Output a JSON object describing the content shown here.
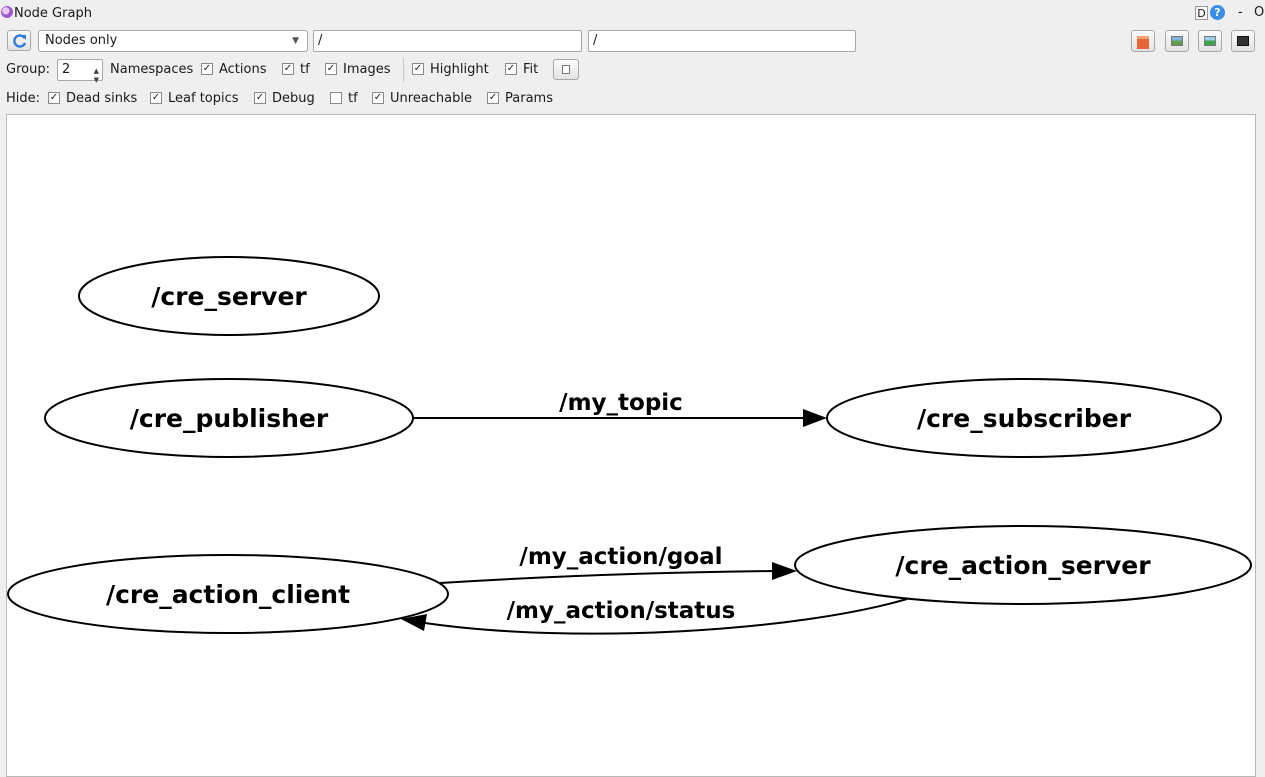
{
  "window": {
    "title": "Node Graph",
    "btn_d": "D",
    "btn_help": "?",
    "btn_minimize": "-",
    "btn_close": "O"
  },
  "toolbar": {
    "mode_selected": "Nodes only",
    "node_filter": "/",
    "topic_filter": "/"
  },
  "options": {
    "group_label": "Group:",
    "group_value": "2",
    "items": [
      {
        "label": "Namespaces",
        "checked": false,
        "is_label": true
      },
      {
        "label": "Actions",
        "checked": true
      },
      {
        "label": "tf",
        "checked": true
      },
      {
        "label": "Images",
        "checked": true
      },
      {
        "label": "Highlight",
        "checked": true
      },
      {
        "label": "Fit",
        "checked": true
      }
    ]
  },
  "hide": {
    "label": "Hide:",
    "items": [
      {
        "label": "Dead sinks",
        "checked": true
      },
      {
        "label": "Leaf topics",
        "checked": true
      },
      {
        "label": "Debug",
        "checked": true
      },
      {
        "label": "tf",
        "checked": false
      },
      {
        "label": "Unreachable",
        "checked": true
      },
      {
        "label": "Params",
        "checked": true
      }
    ]
  },
  "graph": {
    "nodes": [
      {
        "id": "server",
        "label": "/cre_server"
      },
      {
        "id": "publisher",
        "label": "/cre_publisher"
      },
      {
        "id": "subscriber",
        "label": "/cre_subscriber"
      },
      {
        "id": "action_client",
        "label": "/cre_action_client"
      },
      {
        "id": "action_server",
        "label": "/cre_action_server"
      }
    ],
    "edges": [
      {
        "from": "publisher",
        "to": "subscriber",
        "label": "/my_topic"
      },
      {
        "from": "action_client",
        "to": "action_server",
        "label": "/my_action/goal"
      },
      {
        "from": "action_server",
        "to": "action_client",
        "label": "/my_action/status"
      }
    ]
  },
  "check_mark": "✓"
}
